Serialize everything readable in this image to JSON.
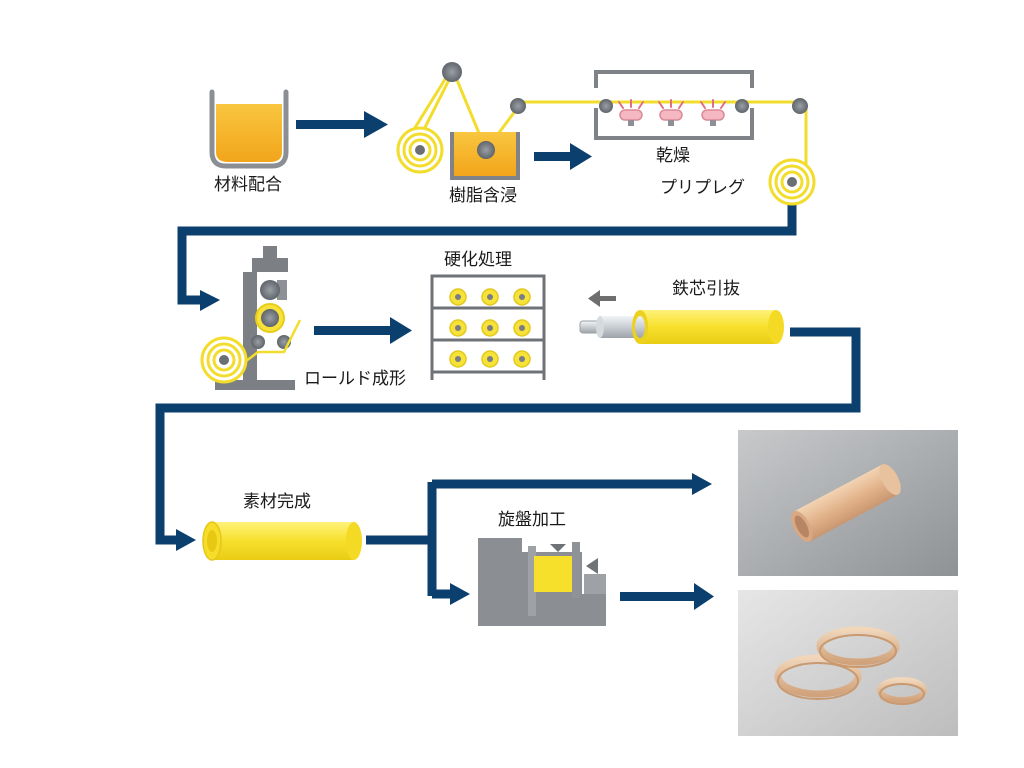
{
  "steps": {
    "mixing": "材料配合",
    "impregnation": "樹脂含浸",
    "drying": "乾燥",
    "prepreg": "プリプレグ",
    "curing": "硬化処理",
    "core_extraction": "鉄芯引抜",
    "roll_forming": "ロールド成形",
    "blank_complete": "素材完成",
    "lathe": "旋盤加工"
  },
  "icons": {
    "resin_tank": "beaker-icon",
    "impregnation_bath": "resin-bath-icon",
    "dryer": "heater-lamp-icon",
    "prepreg_roll": "coil-roll-icon",
    "roll_former": "rolling-press-icon",
    "curing_rack": "oven-rack-icon",
    "mandrel_tube": "mandrel-tube-icon",
    "blank_tube": "tube-icon",
    "lathe": "lathe-icon",
    "photo_tube": "finished-tube-photo",
    "photo_rings": "finished-rings-photo"
  },
  "colors": {
    "flow_arrow": "#0b3f6e",
    "material_yellow": "#f7e23a",
    "resin_orange": "#f5b323",
    "machine_gray": "#8a8a8a"
  }
}
